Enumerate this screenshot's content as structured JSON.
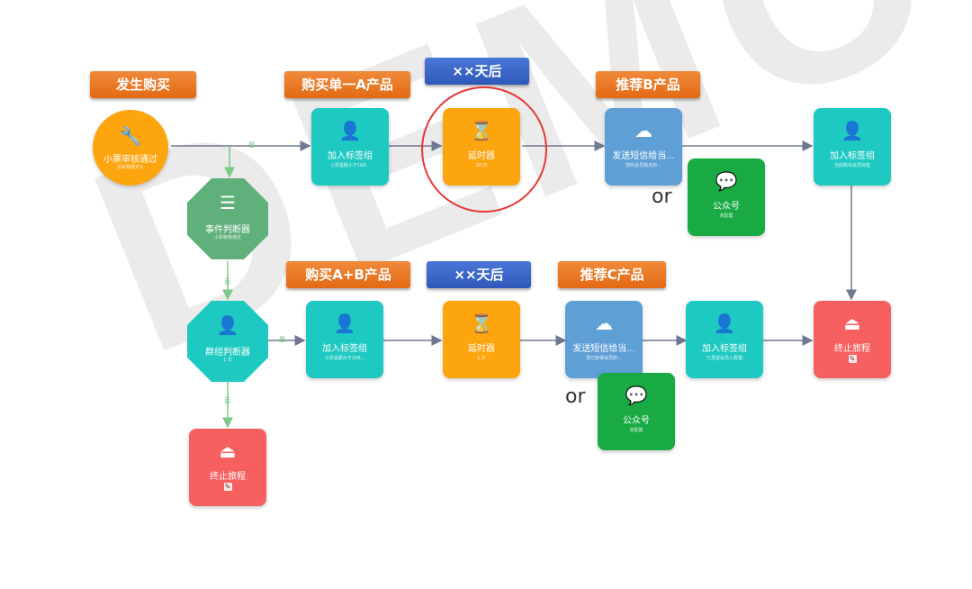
{
  "watermark": "DEMO",
  "banners": {
    "b1": "发生购买",
    "b2": "购买单一A产品",
    "b3": "××天后",
    "b4": "推荐B产品",
    "b5": "购买A+B产品",
    "b6": "××天后",
    "b7": "推荐C产品"
  },
  "nodes": {
    "start": {
      "title": "小票审核通过",
      "sub": "没有数据定义"
    },
    "event": {
      "title": "事件判断器",
      "sub": "小票审核通过"
    },
    "group": {
      "title": "群组判断器",
      "sub": "1 次"
    },
    "tag1": {
      "title": "加入标签组",
      "sub": "小票金额小于168..."
    },
    "timer1": {
      "title": "延时器",
      "sub": "30 日"
    },
    "sms1": {
      "title": "发送短信给当...",
      "sub": "您的会员购买的..."
    },
    "wechat1": {
      "title": "公众号",
      "sub": "未配置"
    },
    "tag2": {
      "title": "加入标签组",
      "sub": "当前购买会员标签"
    },
    "tag3": {
      "title": "加入标签组",
      "sub": "小票金额大于168..."
    },
    "timer2": {
      "title": "延时器",
      "sub": "1 日"
    },
    "sms2": {
      "title": "发送短信给当...",
      "sub": "您已获得会员积..."
    },
    "wechat2": {
      "title": "公众号",
      "sub": "未配置"
    },
    "tag4": {
      "title": "加入标签组",
      "sub": "已发送会员入群邀"
    },
    "end1": {
      "title": "终止旅程",
      "sub": ""
    },
    "end2": {
      "title": "终止旅程",
      "sub": ""
    }
  },
  "or_labels": {
    "or1": "or",
    "or2": "or"
  },
  "edge_tags": {
    "t1": "是",
    "t2": "否",
    "t3": "是",
    "t4": "否"
  },
  "icons": {
    "start": "wrench-icon",
    "event": "list-icon",
    "group": "user-group-icon",
    "tag": "user-plus-icon",
    "timer": "hourglass-icon",
    "sms": "cloud-icon",
    "wechat": "wechat-icon",
    "end": "eject-icon"
  },
  "colors": {
    "teal": "#1ec9c1",
    "amber": "#fda50f",
    "blue": "#5e9fd6",
    "red": "#f76060",
    "green": "#1aaa43",
    "banner_orange": "#e87a25",
    "banner_blue": "#3b63c6",
    "highlight": "#e53935"
  }
}
